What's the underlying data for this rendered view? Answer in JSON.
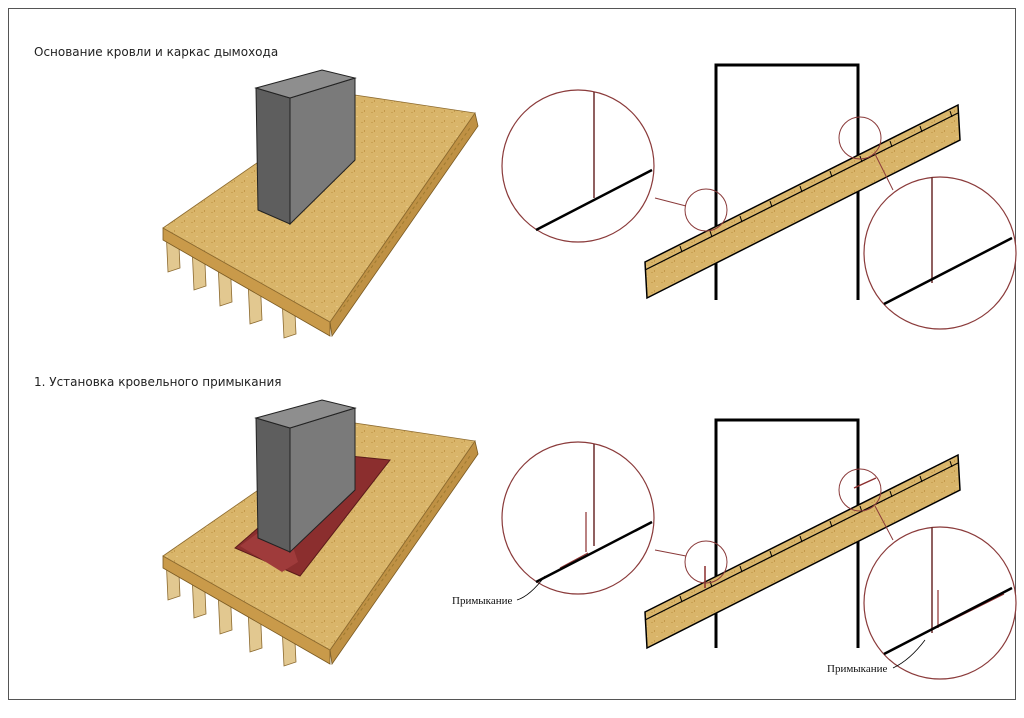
{
  "sections": [
    {
      "title": "Основание кровли и каркас дымохода"
    },
    {
      "title": "1. Установка кровельного примыкания"
    }
  ],
  "labels": {
    "adjunction_left": "Примыкание",
    "adjunction_right": "Примыкание"
  },
  "colors": {
    "osb": "#D9B56A",
    "osb_edge": "#C89B4A",
    "chimney": "#6D6D6D",
    "flashing": "#8B2E2E",
    "circle": "#8A3A3A",
    "line": "#000000"
  }
}
